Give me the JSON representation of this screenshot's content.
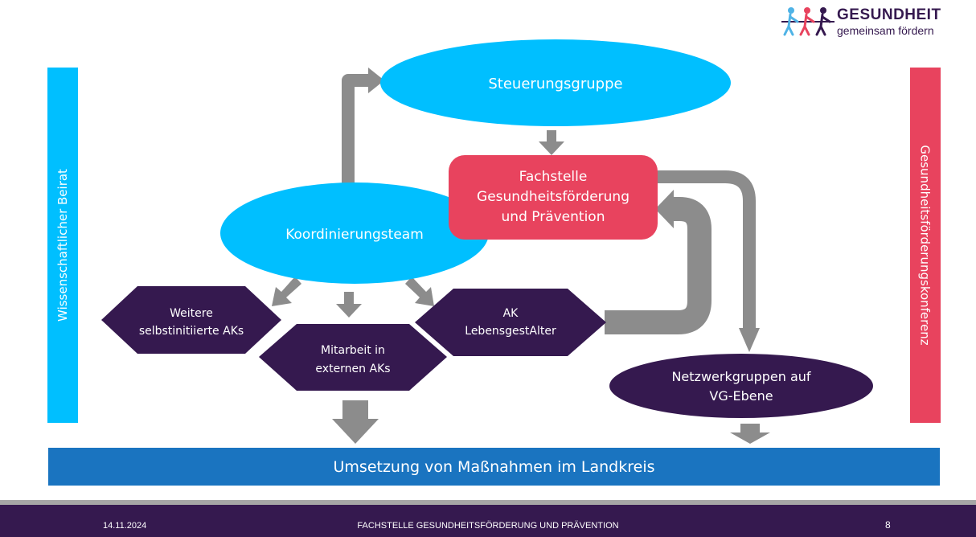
{
  "logo": {
    "name": "GESUNDHEIT",
    "tagline": "gemeinsam fördern",
    "figure_colors": [
      "#4fb3e6",
      "#e8435e",
      "#35194f"
    ]
  },
  "sidebars": {
    "left": "Wissenschaftlicher Beirat",
    "right": "Gesundheitsförderungskonferenz"
  },
  "nodes": {
    "steuerungsgruppe": "Steuerungsgruppe",
    "fachstelle": [
      "Fachstelle",
      "Gesundheitsförderung",
      "und Prävention"
    ],
    "koordinierungsteam": "Koordinierungsteam",
    "weitere_aks": [
      "Weitere",
      "selbstinitiierte AKs"
    ],
    "mitarbeit": [
      "Mitarbeit in",
      "externen AKs"
    ],
    "ak_lebensgestalter": [
      "AK",
      "LebensgestAlter"
    ],
    "netzwerkgruppen": [
      "Netzwerkgruppen auf",
      "VG-Ebene"
    ]
  },
  "bottom_band": "Umsetzung von Maßnahmen im Landkreis",
  "footer": {
    "date": "14.11.2024",
    "title": "FACHSTELLE GESUNDHEITSFÖRDERUNG UND PRÄVENTION",
    "page": "8"
  },
  "colors": {
    "cyan": "#00bfff",
    "red": "#e8435e",
    "purple": "#35194f",
    "blue": "#1a74c0",
    "arrow_gray": "#8c8c8c"
  }
}
